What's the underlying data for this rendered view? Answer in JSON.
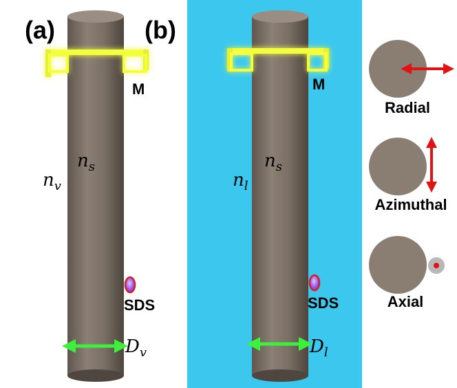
{
  "panels": {
    "a": {
      "label": "(a)",
      "ring_label": "M",
      "outer_index": "n",
      "outer_index_sub": "v",
      "fiber_index": "n",
      "fiber_index_sub": "s",
      "source_label": "SDS",
      "diameter_label": "D",
      "diameter_sub": "v"
    },
    "b": {
      "label": "(b)",
      "ring_label": "M",
      "outer_index": "n",
      "outer_index_sub": "l",
      "fiber_index": "n",
      "fiber_index_sub": "s",
      "source_label": "SDS",
      "diameter_label": "D",
      "diameter_sub": "l"
    }
  },
  "legend": {
    "radial": "Radial",
    "azimuthal": "Azimuthal",
    "axial": "Axial"
  },
  "colors": {
    "fiber": "#807468",
    "liquid_background": "#3cc8ee",
    "ring": "#f0ff30",
    "arrow_red": "#e21212",
    "arrow_green": "#3cf03c",
    "circle": "#8a7e72",
    "dipole": "#b96ff0"
  }
}
